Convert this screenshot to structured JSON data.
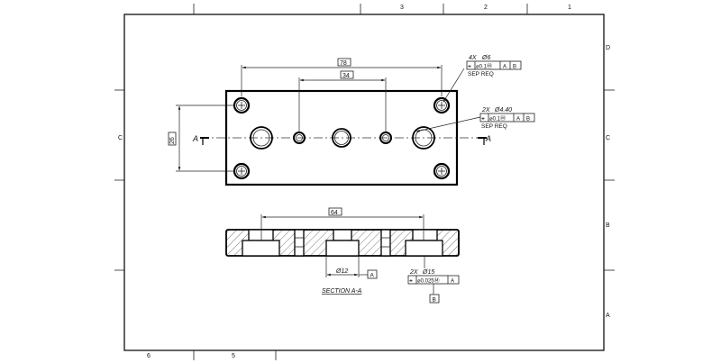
{
  "title_block": {
    "zone_top": [
      "3",
      "2",
      "1"
    ],
    "zone_bottom": [
      "6",
      "5"
    ],
    "zone_right": [
      "D",
      "C",
      "B",
      "A"
    ],
    "zone_left": [
      "C"
    ]
  },
  "top_view": {
    "dim_78": "78",
    "dim_34": "34",
    "dim_26": "26",
    "section_marker_left": "A",
    "section_marker_right": "A",
    "callout_4x": {
      "qty": "4X",
      "dia": "Ø6",
      "symbol": "⌖",
      "tol": "⌀0.1Ⓜ",
      "datum1": "A",
      "datum2": "B",
      "note": "SEP REQ"
    },
    "callout_2x": {
      "qty": "2X",
      "dia": "Ø4.40",
      "symbol": "⌖",
      "tol": "⌀0.1Ⓜ",
      "datum1": "A",
      "datum2": "B",
      "note": "SEP REQ"
    }
  },
  "section_view": {
    "dim_64": "64",
    "dim_dia12": "Ø12",
    "datum_a_label": "A",
    "callout_2x15": {
      "qty": "2X",
      "dia": "Ø15",
      "symbol": "⌖",
      "tol": "⌀0.025Ⓜ",
      "datum1": "A"
    },
    "datum_b_label": "B",
    "title": "SECTION A-A"
  }
}
